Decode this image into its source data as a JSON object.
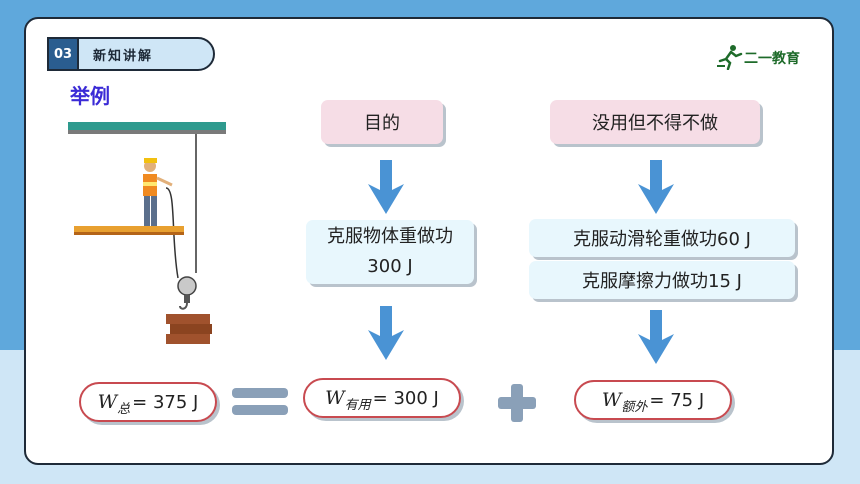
{
  "header": {
    "number": "03",
    "title": "新知讲解"
  },
  "logo": {
    "text": "二一教育"
  },
  "heading": "举例",
  "purpose": {
    "label": "目的",
    "task": "克服物体重做功300 J",
    "equation_part": {
      "symbol": "W",
      "subscript": "有用",
      "value": "= 300 J"
    }
  },
  "extra": {
    "label": "没用但不得不做",
    "tasks": [
      "克服动滑轮重做功60 J",
      "克服摩擦力做功15 J"
    ],
    "equation_part": {
      "symbol": "W",
      "subscript": "额外",
      "value": "= 75 J"
    }
  },
  "total": {
    "symbol": "W",
    "subscript": "总",
    "value": "= 375 J"
  },
  "colors": {
    "accent_blue": "#2a5d8f",
    "arrow_blue": "#4a93d4",
    "pill_border": "#c84a50",
    "heading": "#3b2bd6"
  },
  "icons": [
    "runner-logo-icon",
    "down-arrow-icon",
    "equals-icon",
    "plus-icon",
    "pulley-illustration"
  ]
}
